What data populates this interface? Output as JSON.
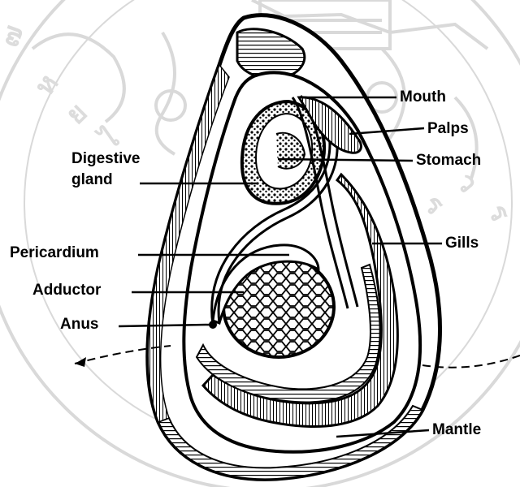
{
  "diagram": {
    "labels": {
      "mouth": "Mouth",
      "palps": "Palps",
      "stomach": "Stomach",
      "digestive_gland_1": "Digestive",
      "digestive_gland_2": "gland",
      "gills": "Gills",
      "pericardium": "Pericardium",
      "adductor": "Adductor",
      "anus": "Anus",
      "mantle": "Mantle"
    },
    "colors": {
      "ink": "#000000",
      "watermark": "#d8d8d8",
      "background": "#ffffff"
    },
    "watermark_icon": "university-seal-icon"
  }
}
